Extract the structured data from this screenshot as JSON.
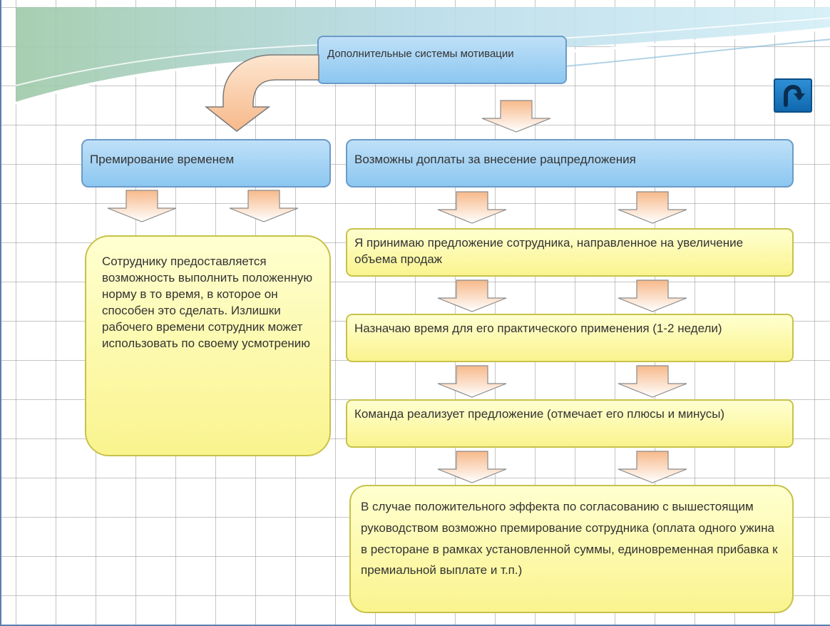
{
  "title_box": "Дополнительные системы мотивации",
  "left_branch": {
    "header": "Премирование временем",
    "description": "Сотруднику предоставляется возможность выполнить положенную норму в то время, в которое он способен это сделать. Излишки рабочего времени сотрудник может использовать по своему усмотрению"
  },
  "right_branch": {
    "header": "Возможны доплаты за внесение рацпредложения",
    "steps": [
      "Я принимаю предложение сотрудника, направленное на увеличение объема продаж",
      "Назначаю время для его практического применения (1-2 недели)",
      "Команда реализует предложение (отмечает его плюсы и минусы)",
      "В случае положительного эффекта по согласованию с вышестоящим руководством возможно премирование сотрудника (оплата одного ужина в ресторане в рамках установленной суммы, единовременная прибавка к премиальной выплате и т.п.)"
    ]
  },
  "nav": {
    "back_icon": "u-turn-arrow-icon"
  },
  "colors": {
    "blue_fill": "#a9d4f4",
    "yellow_fill": "#fcf8a8",
    "arrow_fill": "#fbd4b4",
    "nav_button": "#1a7cc4"
  }
}
